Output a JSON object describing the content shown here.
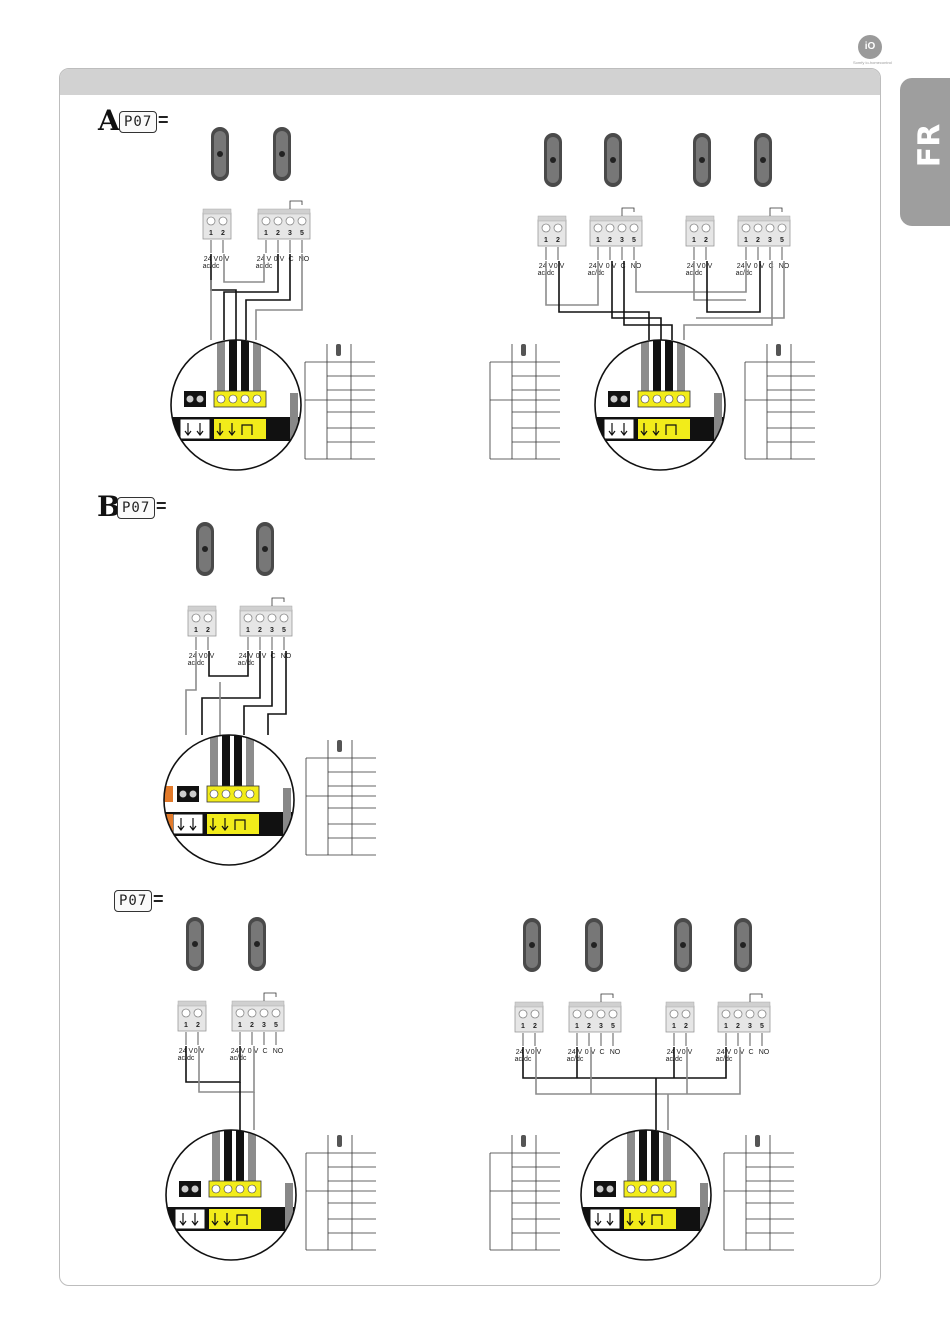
{
  "header": {
    "logo": "iO",
    "logo_sub": "Somfy io-homecontrol",
    "language_tab": "FR"
  },
  "sections": [
    {
      "letter": "A",
      "param": "P07",
      "equals": "="
    },
    {
      "letter": "B",
      "param": "P07",
      "equals": "="
    },
    {
      "letter": "",
      "param": "P07",
      "equals": "="
    }
  ],
  "terminals": {
    "rx_pins": [
      "1",
      "2"
    ],
    "tx_pins": [
      "1",
      "2",
      "3",
      "5"
    ],
    "rx_labels": [
      "24 V",
      "ac/dc",
      "0 V"
    ],
    "tx_labels": [
      "24 V",
      "ac/dc",
      "0 V",
      "C",
      "NO"
    ]
  },
  "colors": {
    "frame": "#bdbdbd",
    "header_bar": "#d2d2d2",
    "lang_tab": "#9e9e9e",
    "terminal_yellow": "#f2ec1a",
    "terminal_orange": "#e27a2a",
    "wire_black": "#111111",
    "wire_grey": "#8c8c8c"
  }
}
